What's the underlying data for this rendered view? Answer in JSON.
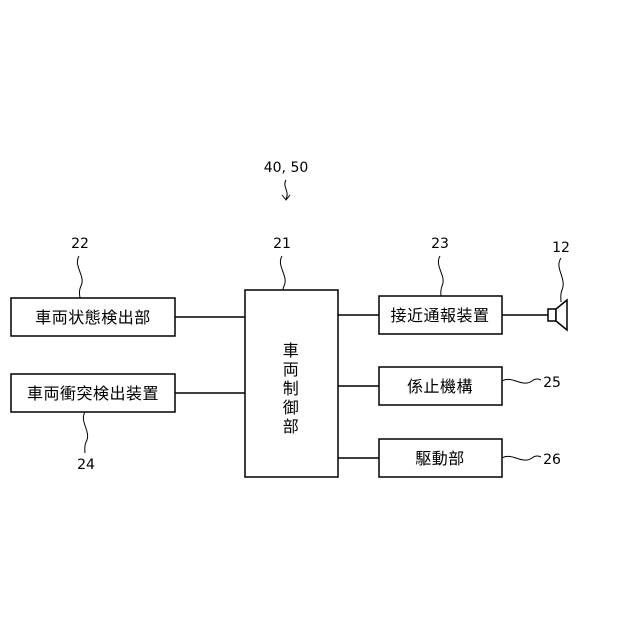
{
  "figure_ref": "40, 50",
  "blocks": {
    "vehicle_state_detector": {
      "label": "車両状態検出部",
      "ref": "22"
    },
    "vehicle_collision_detector": {
      "label": "車両衝突検出装置",
      "ref": "24"
    },
    "vehicle_controller": {
      "label": "車両制御部",
      "ref": "21"
    },
    "approach_notification": {
      "label": "接近通報装置",
      "ref": "23"
    },
    "locking_mechanism": {
      "label": "係止機構",
      "ref": "25"
    },
    "drive_unit": {
      "label": "駆動部",
      "ref": "26"
    },
    "speaker": {
      "ref": "12"
    }
  }
}
